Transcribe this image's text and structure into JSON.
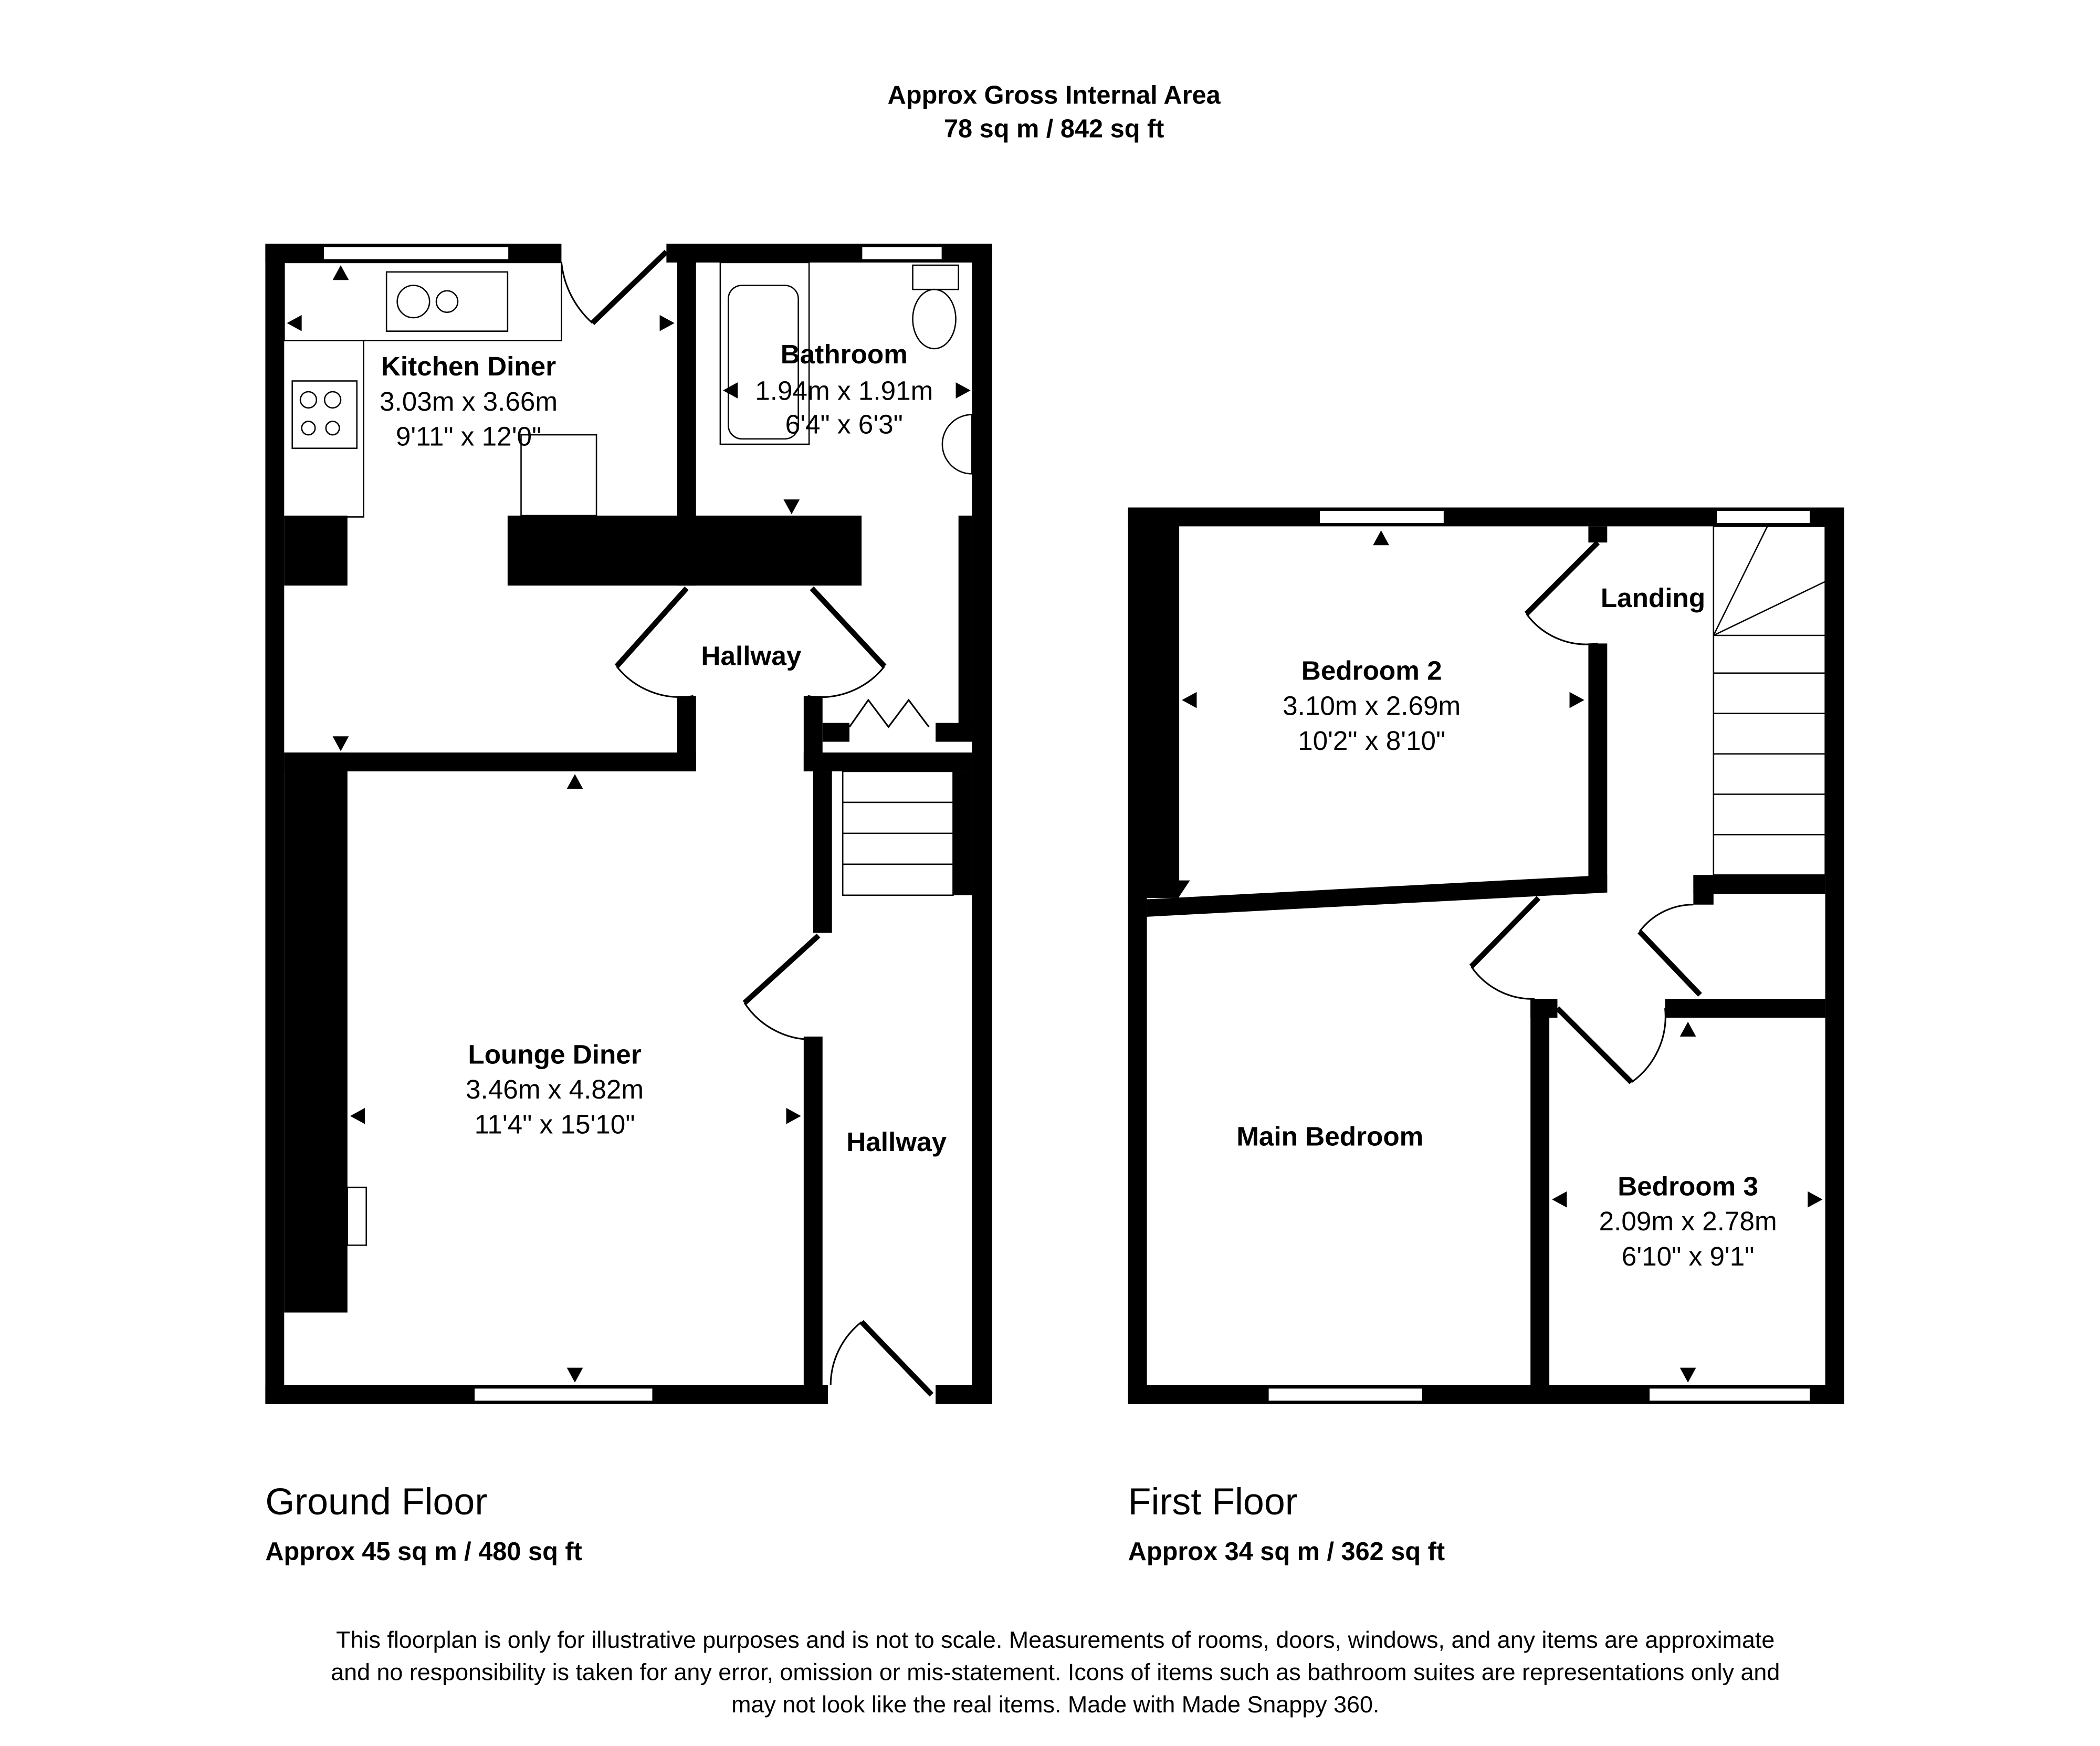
{
  "header": {
    "title": "Approx Gross Internal Area",
    "area": "78 sq m / 842 sq ft"
  },
  "ground_floor": {
    "name": "Ground Floor",
    "area": "Approx 45 sq m / 480 sq ft",
    "rooms": [
      {
        "name": "Kitchen Diner",
        "metric": "3.03m x 3.66m",
        "imperial": "9'11\" x 12'0\""
      },
      {
        "name": "Bathroom",
        "metric": "1.94m x 1.91m",
        "imperial": "6'4\" x 6'3\""
      },
      {
        "name": "Hallway"
      },
      {
        "name": "Lounge Diner",
        "metric": "3.46m x 4.82m",
        "imperial": "11'4\" x 15'10\""
      },
      {
        "name": "Hallway"
      }
    ]
  },
  "first_floor": {
    "name": "First Floor",
    "area": "Approx 34 sq m / 362 sq ft",
    "rooms": [
      {
        "name": "Landing"
      },
      {
        "name": "Bedroom 2",
        "metric": "3.10m x 2.69m",
        "imperial": "10'2\" x 8'10\""
      },
      {
        "name": "Main Bedroom"
      },
      {
        "name": "Bedroom 3",
        "metric": "2.09m x 2.78m",
        "imperial": "6'10\" x 9'1\""
      }
    ]
  },
  "disclaimer": [
    "This floorplan is only for illustrative purposes and is not to scale. Measurements of rooms, doors, windows, and any items are approximate",
    "and no responsibility is taken for any error, omission or mis-statement. Icons of items such as bathroom suites are representations only and",
    "may not look like the real items. Made with Made Snappy 360."
  ]
}
